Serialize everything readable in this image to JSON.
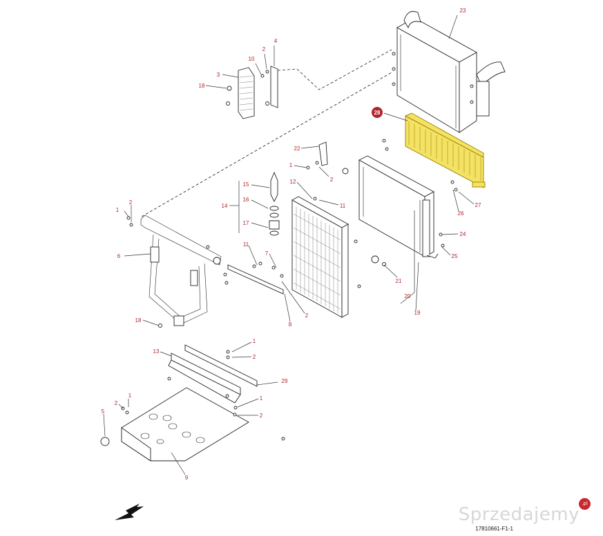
{
  "callouts": {
    "c23": "23",
    "c10": "10",
    "c2a": "2",
    "c4": "4",
    "c3": "3",
    "c18a": "18",
    "c28": "28",
    "c22": "22",
    "c1a": "1",
    "c2b": "2",
    "c15": "15",
    "c12": "12",
    "c11a": "11",
    "c14": "14",
    "c16": "16",
    "c17": "17",
    "c26": "26",
    "c27": "27",
    "c1b": "1",
    "c2c": "2",
    "c24": "24",
    "c25": "25",
    "c6": "6",
    "c11b": "11",
    "c7": "7",
    "c21": "21",
    "c20": "20",
    "c19": "19",
    "c8": "8",
    "c2d": "2",
    "c18b": "18",
    "c13": "13",
    "c1c": "1",
    "c2e": "2",
    "c29": "29",
    "c2f": "2",
    "c1d": "1",
    "c1e": "1",
    "c2g": "2",
    "c5": "5",
    "c9": "9"
  },
  "highlight_color": "#f3e265",
  "callout_color": "#b0242a",
  "watermark": {
    "text": "Sprzedajemy",
    "badge": ".pl"
  },
  "footer": {
    "drawing_code": "17810661-F1-1"
  },
  "icons": {
    "direction_arrow": "arrow-down-left-icon"
  }
}
